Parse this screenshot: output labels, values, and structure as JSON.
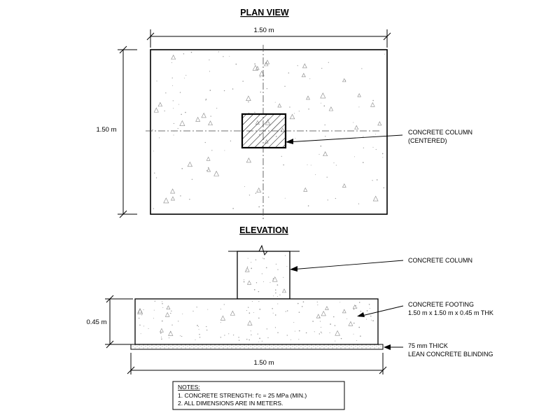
{
  "plan": {
    "title": "PLAN VIEW",
    "width_label": "1.50 m",
    "height_label": "1.50 m",
    "column_callout_line1": "CONCRETE COLUMN",
    "column_callout_line2": "(CENTERED)"
  },
  "elevation": {
    "title": "ELEVATION",
    "column_label": "CONCRETE COLUMN",
    "footing_label_line1": "CONCRETE FOOTING",
    "footing_label_line2": "1.50 m x 1.50 m x 0.45 m THK",
    "blinding_label_line1": "75 mm THICK",
    "blinding_label_line2": "LEAN CONCRETE BLINDING",
    "height_label": "0.45 m",
    "width_label": "1.50 m"
  },
  "notes": {
    "heading": "NOTES:",
    "items": [
      "1.  CONCRETE STRENGTH:  f'c = 25 MPa (MIN.)",
      "2.  ALL DIMENSIONS ARE IN METERS."
    ]
  }
}
